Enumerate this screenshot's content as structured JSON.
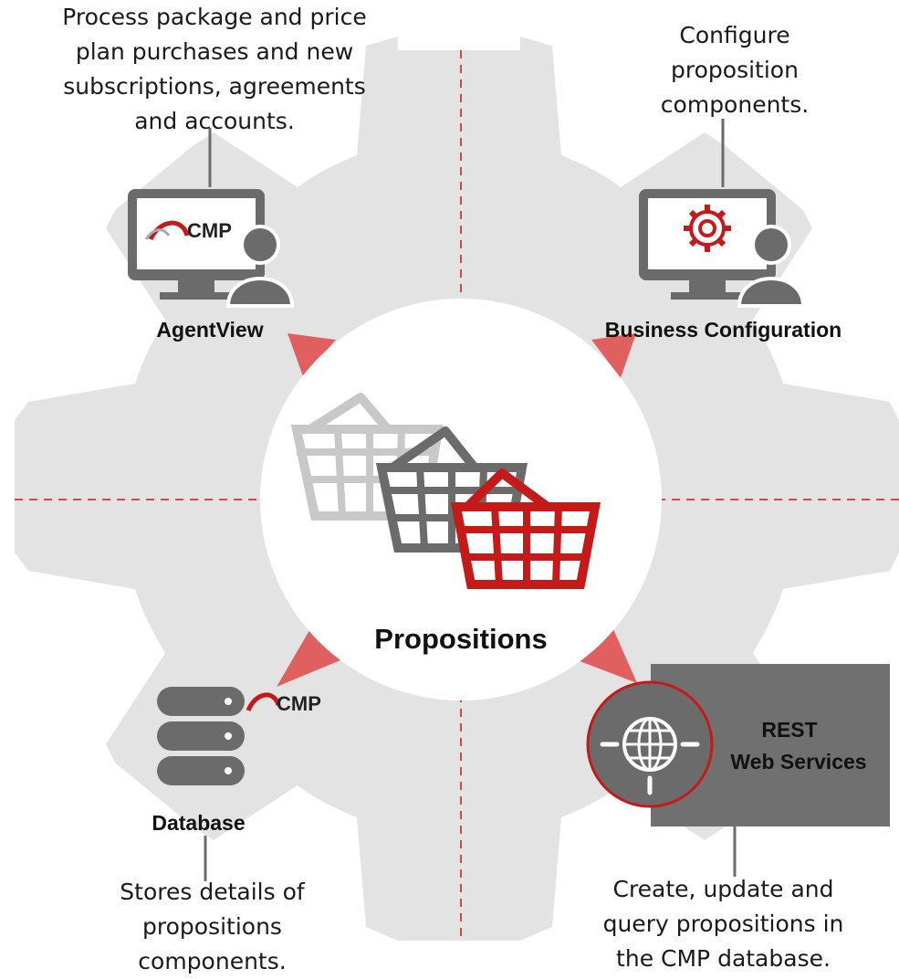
{
  "center": {
    "title": "Propositions"
  },
  "agentview": {
    "label": "AgentView",
    "description": "Process package and price\nplan purchases and new\nsubscriptions, agreements\nand accounts.",
    "logo_text": "CMP"
  },
  "business_config": {
    "label": "Business Configuration",
    "description": "Configure\nproposition\ncomponents."
  },
  "database": {
    "label": "Database",
    "description": "Stores details of\npropositions\ncomponents.",
    "logo_text": "CMP"
  },
  "rest": {
    "line1": "REST",
    "line2": "Web Services",
    "description": "Create, update and\nquery propositions in\nthe CMP database."
  },
  "colors": {
    "gear": "#e3e3e3",
    "accent_red": "#cc1f1f",
    "arrow_red": "#e06060",
    "dark_gray": "#6b6b6b",
    "mid_gray": "#9a9a9a",
    "light_gray": "#c8c8c8",
    "panel_gray": "#707070"
  },
  "icons": [
    "monitor-user-icon",
    "gear-icon",
    "database-icon",
    "globe-icon",
    "basket-icon",
    "cmp-logo-icon"
  ]
}
